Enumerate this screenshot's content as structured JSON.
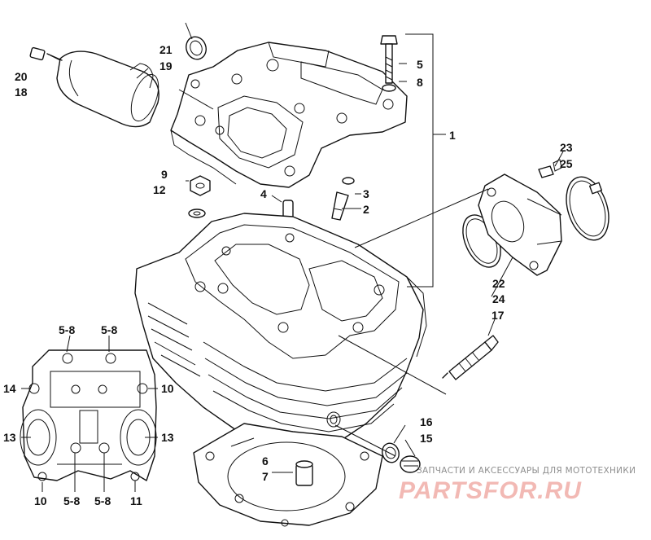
{
  "labels": {
    "l1": "1",
    "l2": "2",
    "l3": "3",
    "l4": "4",
    "l5": "5",
    "l6": "6",
    "l7": "7",
    "l8": "8",
    "l9": "9",
    "l12": "12",
    "l16": "16",
    "l15": "15",
    "l17": "17",
    "l18": "18",
    "l19": "19",
    "l20": "20",
    "l21": "21",
    "l22": "22",
    "l23": "23",
    "l24": "24",
    "l25": "25",
    "inset_58_tl": "5-8",
    "inset_58_tr": "5-8",
    "inset_14": "14",
    "inset_10_r": "10",
    "inset_13_l": "13",
    "inset_13_r": "13",
    "inset_10_b": "10",
    "inset_58_bl": "5-8",
    "inset_58_br": "5-8",
    "inset_11": "11"
  },
  "watermark": {
    "tagline": "ЗАПЧАСТИ И АКСЕССУАРЫ ДЛЯ МОТОТЕХНИКИ",
    "logo": "PARTSFOR.RU"
  }
}
